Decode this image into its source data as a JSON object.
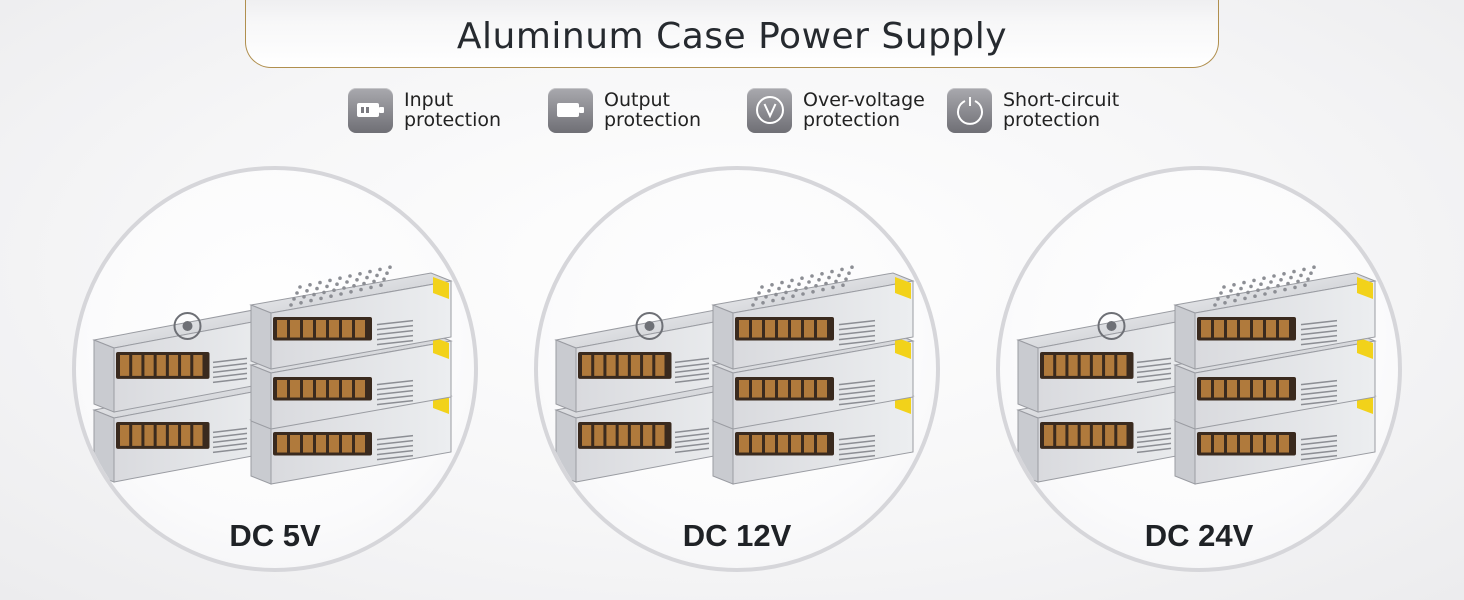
{
  "title": "Aluminum Case Power Supply",
  "features": [
    {
      "line1": "Input",
      "line2": "protection",
      "icon": "input-protection-icon"
    },
    {
      "line1": "Output",
      "line2": "protection",
      "icon": "output-protection-icon"
    },
    {
      "line1": "Over-voltage",
      "line2": "protection",
      "icon": "over-voltage-icon"
    },
    {
      "line1": "Short-circuit",
      "line2": "protection",
      "icon": "short-circuit-icon"
    }
  ],
  "products": [
    {
      "label": "DC 5V"
    },
    {
      "label": "DC 12V"
    },
    {
      "label": "DC 24V"
    }
  ],
  "colors": {
    "accent_gold": "#b08f4e",
    "terminal_yellow": "#f2d21a",
    "text_dark": "#262a2f"
  }
}
